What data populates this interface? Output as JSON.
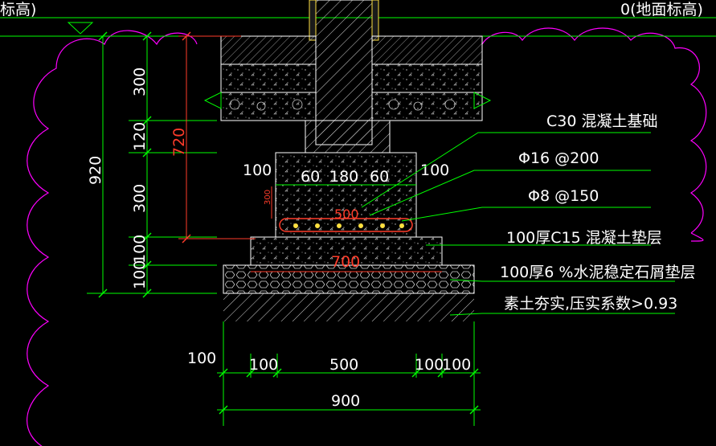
{
  "colors": {
    "background": "#000000",
    "boundary": "#ff00ff",
    "dimension_green": "#00ff00",
    "leader_green": "#00ff00",
    "structure": "#ffffff",
    "concrete": "#e8e8e8",
    "hatch": "#d8d8d8",
    "red_dim": "#ff3c2a",
    "yellow": "#ffe040"
  },
  "header": {
    "left_label": "标高)",
    "right_label": "0(地面标高)"
  },
  "left_dims": {
    "total": "920",
    "d1": "300",
    "d2": "120",
    "d3": "300",
    "d4": "100",
    "d5": "100",
    "red_height": "720"
  },
  "pier": {
    "dim_left": "100",
    "dim_right": "100",
    "w1": "60",
    "w2": "180",
    "w3": "60",
    "red_small": "300",
    "red_500": "500",
    "red_700": "700"
  },
  "callouts": {
    "c1": "C30 混凝土基础",
    "c2": "Φ16 @200",
    "c3": "Φ8 @150",
    "c4": "100厚C15 混凝土垫层",
    "c5": "100厚6 %水泥稳定石屑垫层",
    "c6": "素土夯实,压实系数>0.93"
  },
  "bottom_dims": {
    "b_left": "100",
    "b1": "100",
    "b2": "500",
    "b3": "100",
    "b4": "100",
    "total": "900"
  }
}
